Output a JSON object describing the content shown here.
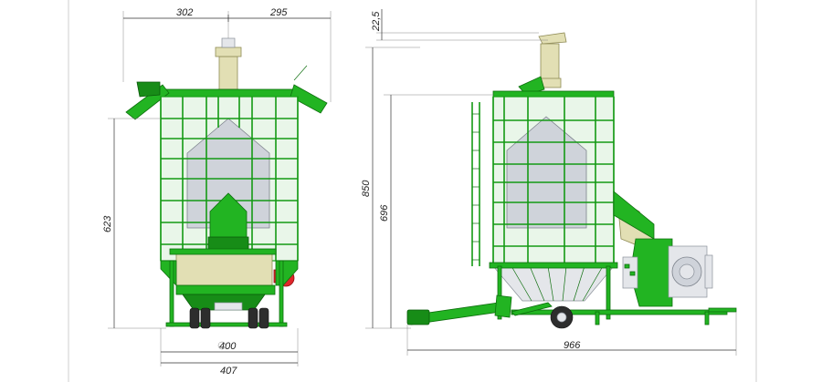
{
  "front_view": {
    "dims": {
      "top_left": "302",
      "top_right": "295",
      "height": "623",
      "diameter": "400",
      "width": "407"
    }
  },
  "side_view": {
    "dims": {
      "top_offset": "22,5",
      "total_height": "850",
      "body_height": "696",
      "length": "966"
    }
  },
  "colors": {
    "body_green": "#22b422",
    "frame_green": "#149a14",
    "glass": "#e9f6e9",
    "hopper_cream": "#e2dfb4",
    "burner_red": "#e0262a"
  }
}
